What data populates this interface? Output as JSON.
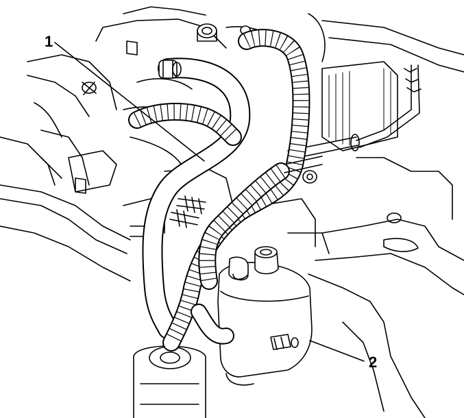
{
  "diagram": {
    "callouts": [
      {
        "id": "callout-1",
        "label": "1"
      },
      {
        "id": "callout-2",
        "label": "2"
      }
    ],
    "colors": {
      "line": "#000000",
      "background": "#ffffff"
    }
  }
}
